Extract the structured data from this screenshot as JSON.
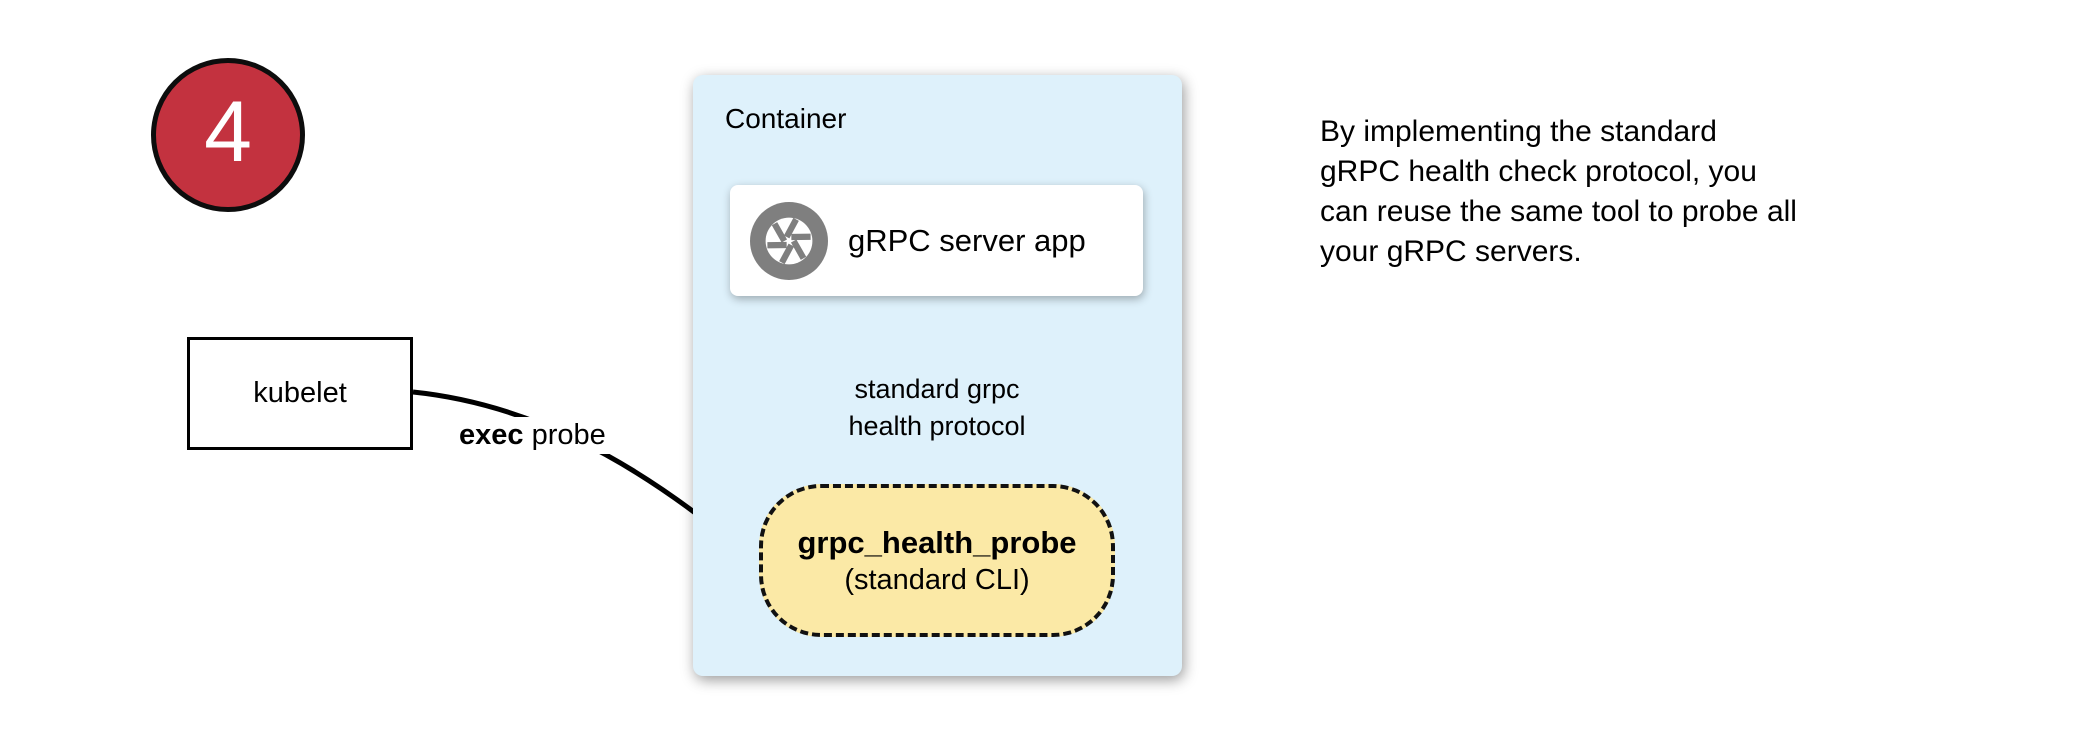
{
  "badge": {
    "number": "4"
  },
  "kubelet": {
    "label": "kubelet"
  },
  "exec_arrow": {
    "keyword": "exec",
    "label": " probe"
  },
  "container": {
    "title": "Container",
    "server_card": {
      "label": "gRPC server app",
      "icon": "aperture-icon"
    },
    "protocol_label": {
      "line1": "standard grpc",
      "line2": "health protocol"
    },
    "probe": {
      "name": "grpc_health_probe",
      "subtitle": "(standard CLI)"
    }
  },
  "caption": {
    "line1": "By implementing the standard",
    "line2": "gRPC health check protocol, you",
    "line3": "can reuse the same tool to probe all",
    "line4": "your gRPC servers."
  },
  "colors": {
    "badge_fill": "#c3323f",
    "container_fill": "#def1fb",
    "probe_fill": "#fbe9a6",
    "card_fill": "#ffffff",
    "icon_gray": "#7f7f7f",
    "arrow": "#000000"
  }
}
